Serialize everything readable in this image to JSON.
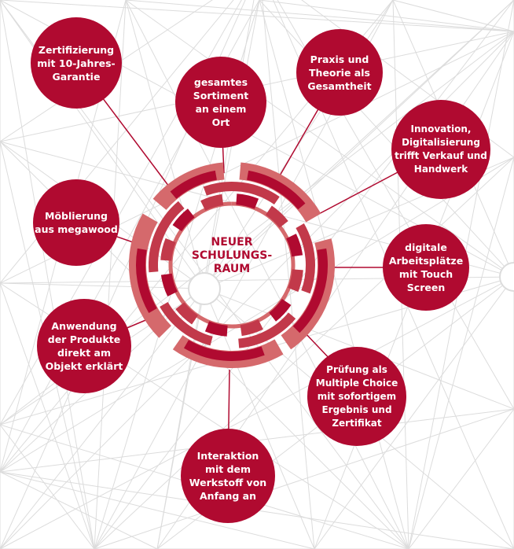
{
  "center": {
    "title": "NEUER\nSCHULUNGS-\nRAUM"
  },
  "colors": {
    "primary": "#b00a30",
    "light": "#d5696c",
    "mid": "#c2394a",
    "grid": "#dcdcdc"
  },
  "topics": [
    {
      "id": "zertifizierung",
      "text": "Zertifizierung\nmit 10-Jahres-\nGarantie"
    },
    {
      "id": "sortiment",
      "text": "gesamtes\nSortiment\nan einem\nOrt"
    },
    {
      "id": "praxis",
      "text": "Praxis und\nTheorie als\nGesamtheit"
    },
    {
      "id": "innovation",
      "text": "Innovation,\nDigitalisierung\ntrifft Verkauf und\nHandwerk"
    },
    {
      "id": "moeblierung",
      "text": "Möblierung\naus megawood"
    },
    {
      "id": "arbeitsplaetze",
      "text": "digitale\nArbeitsplätze\nmit Touch\nScreen"
    },
    {
      "id": "anwendung",
      "text": "Anwendung\nder Produkte\ndirekt am\nObjekt erklärt"
    },
    {
      "id": "pruefung",
      "text": "Prüfung als\nMultiple Choice\nmit sofortigem\nErgebnis und\nZertifikat"
    },
    {
      "id": "interaktion",
      "text": "Interaktion\nmit dem\nWerkstoff von\nAnfang an"
    }
  ]
}
